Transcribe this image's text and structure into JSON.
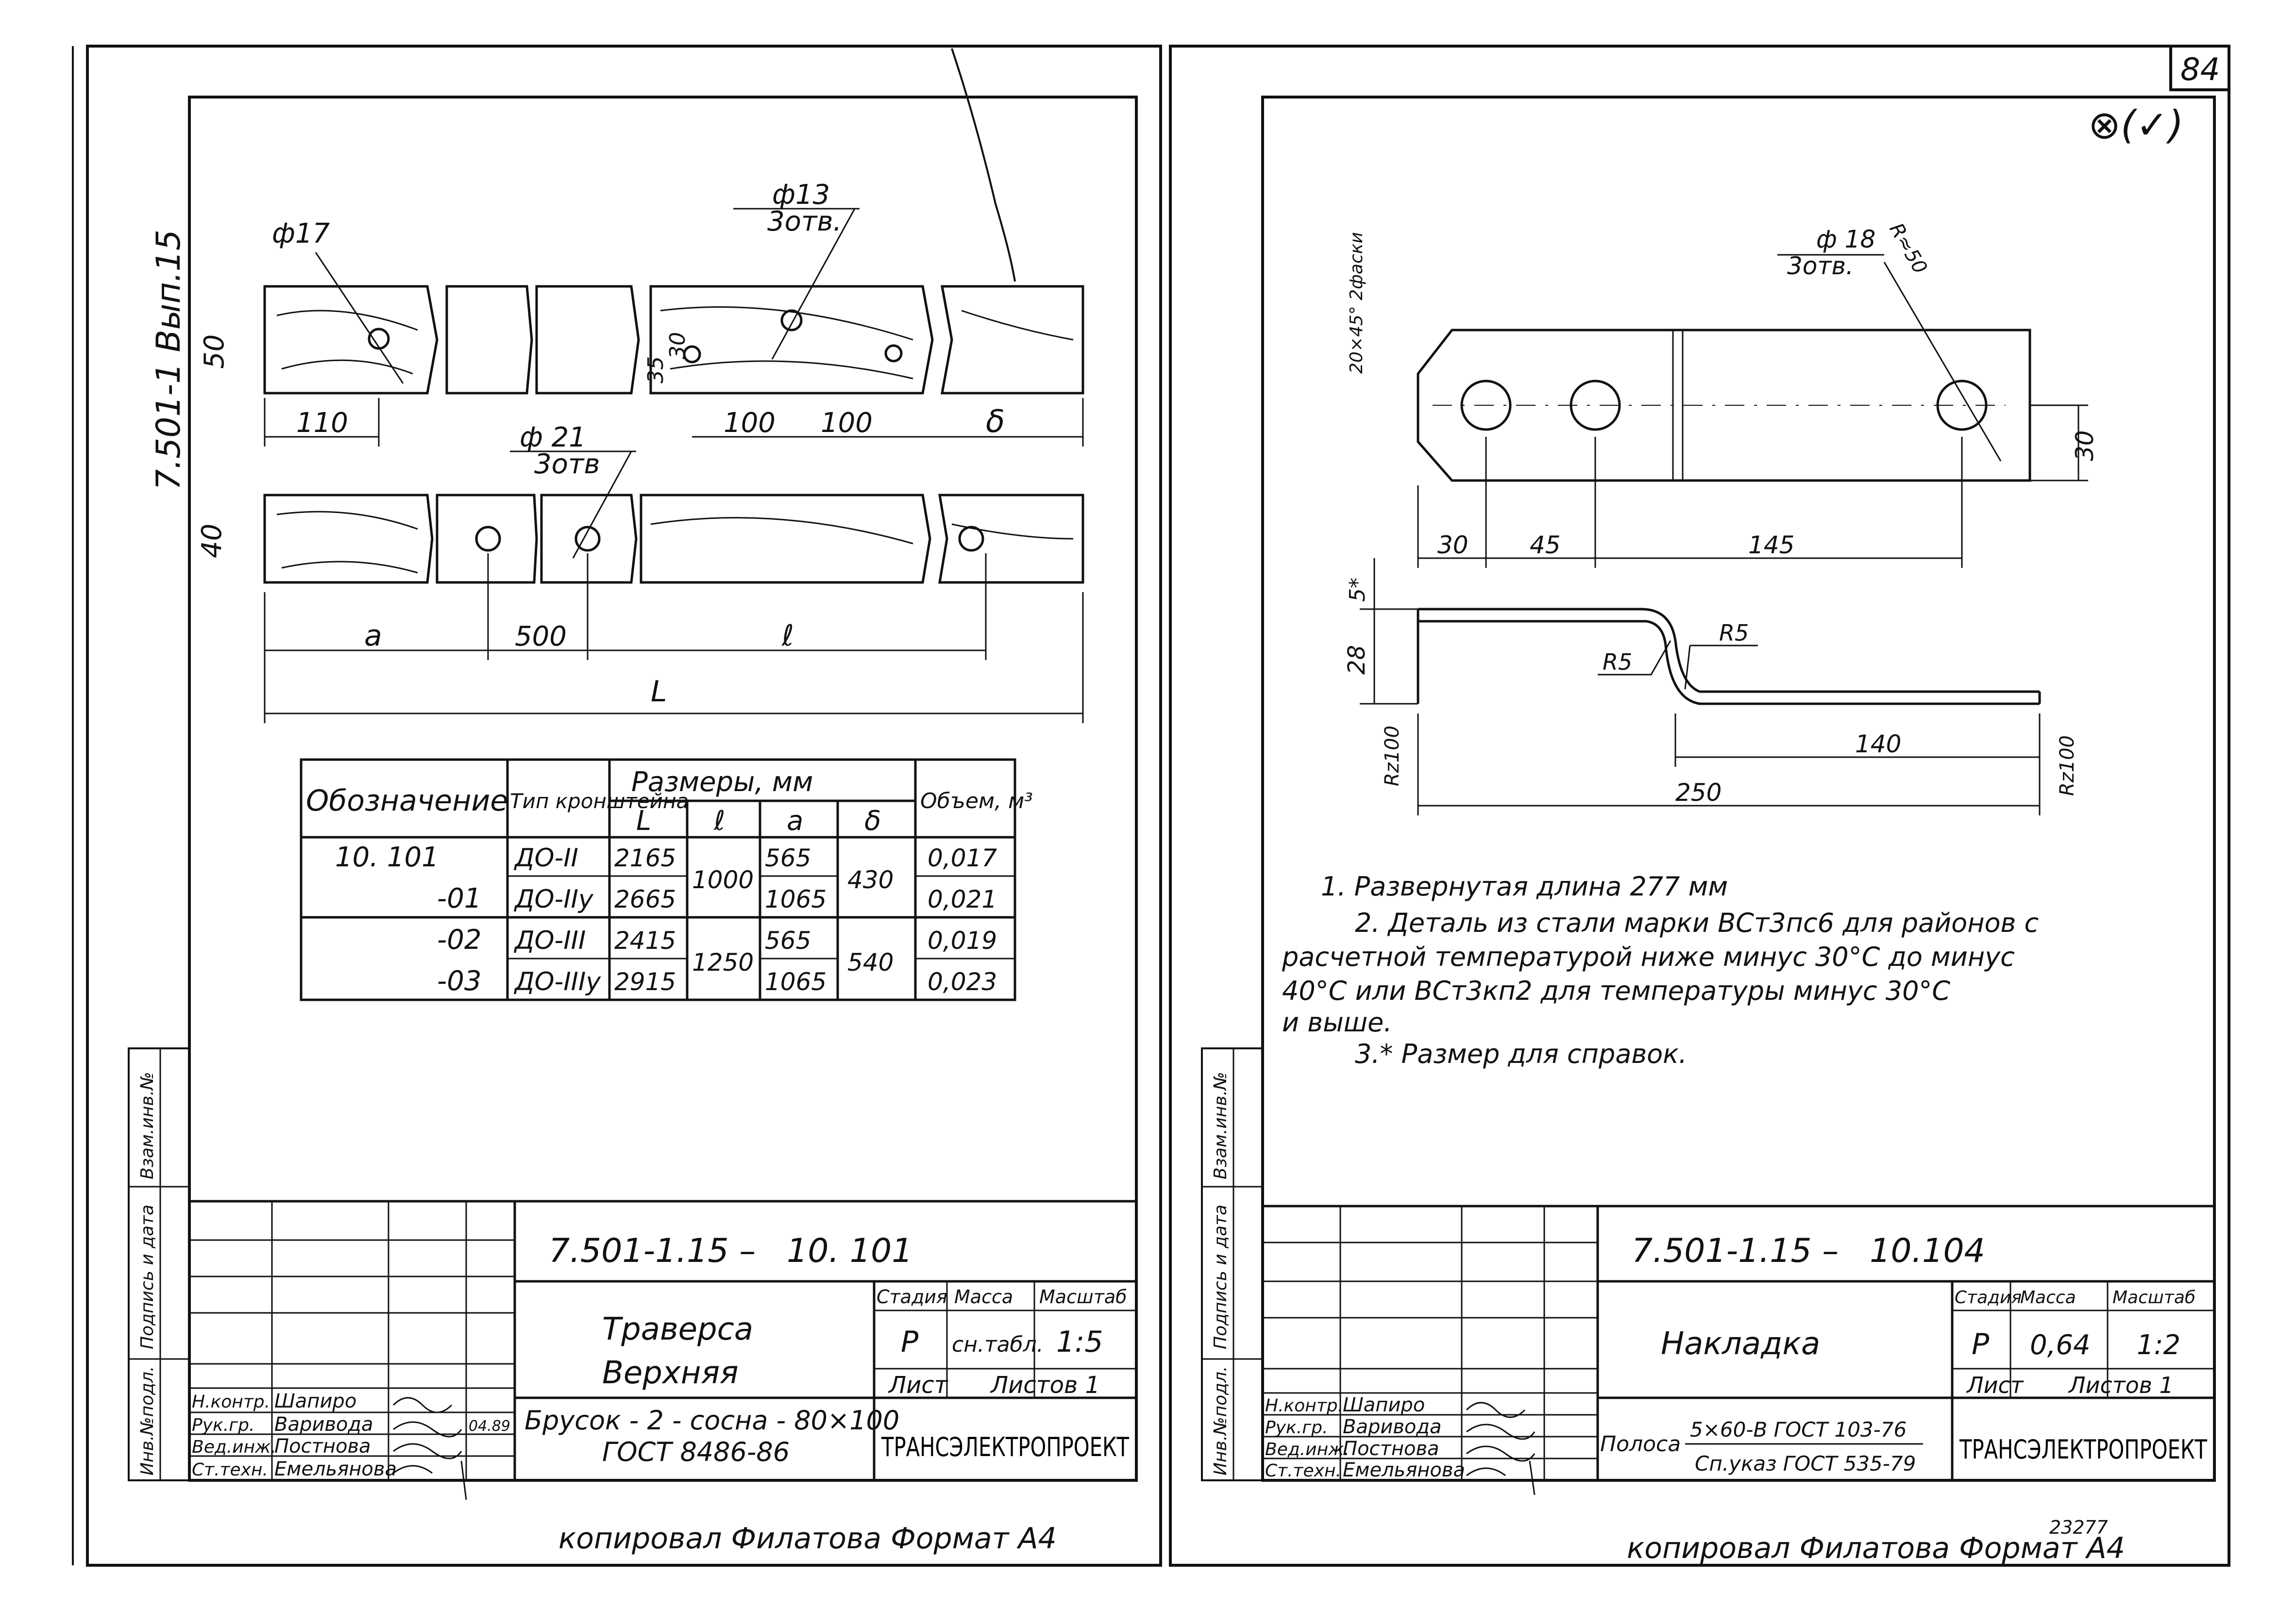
{
  "page_number": "84",
  "corner_mark": "⊗(✓)",
  "left": {
    "side_code": "7.501-1 Вып.15",
    "dims": {
      "phi17": "ф17",
      "phi13": "ф13",
      "holes3a": "3отв.",
      "phi21": "ф 21",
      "holes3b": "3отв",
      "d50": "50",
      "d35": "35",
      "d30": "30",
      "d40": "40",
      "d110": "110",
      "d100a": "100",
      "d100b": "100",
      "delta": "δ",
      "a": "a",
      "d500": "500",
      "l": "ℓ",
      "L": "L"
    },
    "table": {
      "h_designation": "Обозначение",
      "h_type": "Тип кронштейна",
      "h_sizes": "Размеры, мм",
      "h_volume": "Объем, м³",
      "h_L": "L",
      "h_l": "ℓ",
      "h_a": "a",
      "h_d": "δ",
      "rows": [
        {
          "des": "10. 101",
          "type": "ДО-II",
          "L": "2165",
          "l": "1000",
          "a": "565",
          "d": "430",
          "v": "0,017"
        },
        {
          "des": "-01",
          "type": "ДО-IIу",
          "L": "2665",
          "l": "",
          "a": "1065",
          "d": "",
          "v": "0,021"
        },
        {
          "des": "-02",
          "type": "ДО-III",
          "L": "2415",
          "l": "1250",
          "a": "565",
          "d": "540",
          "v": "0,019"
        },
        {
          "des": "-03",
          "type": "ДО-IIIу",
          "L": "2915",
          "l": "",
          "a": "1065",
          "d": "",
          "v": "0,023"
        }
      ]
    },
    "stamp": {
      "doc_code": "7.501-1.15 –",
      "doc_num": "10. 101",
      "title1": "Траверса",
      "title2": "Верхняя",
      "col_stage": "Стадия",
      "col_mass": "Масса",
      "col_scale": "Масштаб",
      "stage": "Р",
      "mass": "сн.табл.",
      "scale": "1:5",
      "sheet": "Лист",
      "sheets": "Листов 1",
      "material1": "Брусок - 2 - сосна - 80×100",
      "material2": "ГОСТ 8486-86",
      "company": "ТРАНСЭЛЕКТРОПРОЕКТ",
      "roles": [
        "Н.контр.",
        "Рук.гр.",
        "Вед.инж.",
        "Ст.техн."
      ],
      "names": [
        "Шапиро",
        "Варивода",
        "Постнова",
        "Емельянова"
      ],
      "date": "04.89"
    },
    "side_labels": [
      "Инв.№подл.",
      "Подпись и дата",
      "Взам.инв.№"
    ],
    "footer": "копировал   Филатова   Формат А4"
  },
  "right": {
    "dims": {
      "phi18": "ф 18",
      "holes3": "3отв.",
      "r50": "R≈50",
      "chamfer": "20×45° 2фаски",
      "d30v": "30",
      "d30": "30",
      "d45": "45",
      "d145": "145",
      "d5": "5*",
      "d28": "28",
      "r5a": "R5",
      "r5b": "R5",
      "d140": "140",
      "d250": "250",
      "rz1": "Rz100",
      "rz2": "Rz100"
    },
    "notes": [
      "1. Развернутая длина 277 мм",
      "2. Деталь из стали марки ВСт3пс6 для районов с",
      "расчетной температурой ниже минус 30°С до минус",
      "40°С или ВСт3кп2 для температуры минус 30°С",
      "и выше.",
      "3.* Размер для справок."
    ],
    "stamp": {
      "doc_code": "7.501-1.15 –",
      "doc_num": "10.104",
      "title1": "Накладка",
      "col_stage": "Стадия",
      "col_mass": "Масса",
      "col_scale": "Масштаб",
      "stage": "Р",
      "mass": "0,64",
      "scale": "1:2",
      "sheet": "Лист",
      "sheets": "Листов 1",
      "material_prefix": "Полоса",
      "material_top": "5×60-В ГОСТ 103-76",
      "material_bot": "Сп.указ ГОСТ 535-79",
      "company": "ТРАНСЭЛЕКТРОПРОЕКТ",
      "roles": [
        "Н.контр.",
        "Рук.гр.",
        "Вед.инж.",
        "Ст.техн."
      ],
      "names": [
        "Шапиро",
        "Варивода",
        "Постнова",
        "Емельянова"
      ]
    },
    "side_labels": [
      "Инв.№подл.",
      "Подпись и дата",
      "Взам.инв.№"
    ],
    "stamp_no": "23277",
    "footer": "копировал   Филатова   Формат А4"
  }
}
